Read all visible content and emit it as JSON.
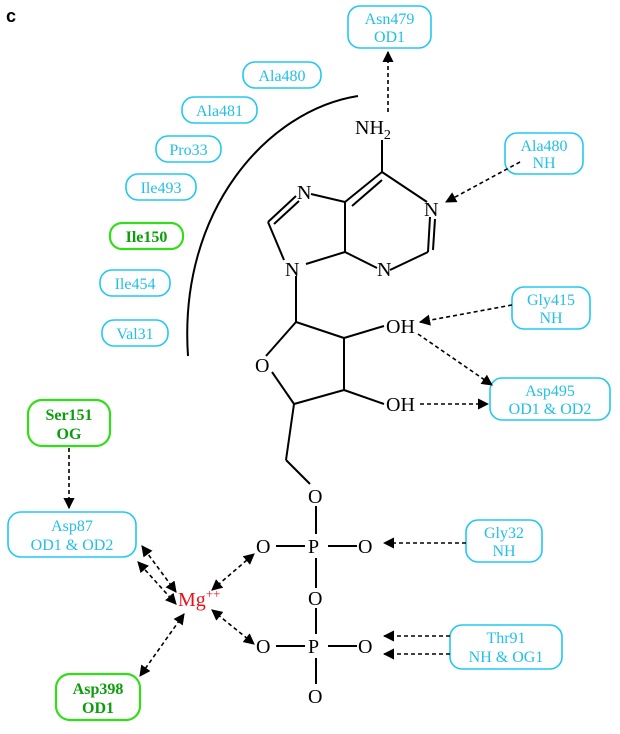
{
  "panel_label": "c",
  "atoms": {
    "nh2": "NH",
    "nh2_sub": "2",
    "n": "N",
    "o": "O",
    "oh": "OH",
    "p": "P",
    "mg": "Mg",
    "mg_charge": "++"
  },
  "residues": {
    "asn479": [
      "Asn479",
      "OD1"
    ],
    "ala480_nh": [
      "Ala480",
      "NH"
    ],
    "gly415": [
      "Gly415",
      "NH"
    ],
    "asp495": [
      "Asp495",
      "OD1 & OD2"
    ],
    "gly32": [
      "Gly32",
      "NH"
    ],
    "thr91": [
      "Thr91",
      "NH & OG1"
    ],
    "ser151": [
      "Ser151",
      "OG"
    ],
    "asp87": [
      "Asp87",
      "OD1 & OD2"
    ],
    "asp398": [
      "Asp398",
      "OD1"
    ]
  },
  "hydrophobic": {
    "ala480": "Ala480",
    "ala481": "Ala481",
    "pro33": "Pro33",
    "ile493": "Ile493",
    "ile150": "Ile150",
    "ile454": "Ile454",
    "val31": "Val31"
  },
  "colors": {
    "cyan": "#22c8ee",
    "green": "#33dd1a",
    "magnesium": "#e8101a"
  }
}
